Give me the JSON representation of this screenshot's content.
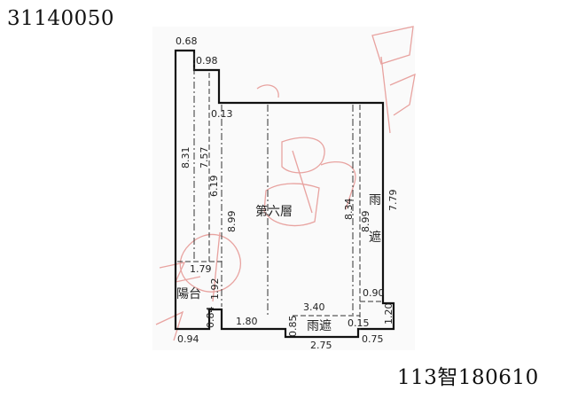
{
  "header": {
    "doc_id": "31140050"
  },
  "footer": {
    "ref_no": "113智180610"
  },
  "plan": {
    "floor_label": "第六層",
    "balcony_label": "陽台",
    "canopy_side": [
      "雨",
      "遮"
    ],
    "canopy_bottom": "雨遮",
    "dimensions": {
      "top_left_w": "0.68",
      "top_step_w": "0.98",
      "step_offset": "0.13",
      "left_h": "8.31",
      "left_inner_h": "7.57",
      "left_inner2_h": "6.19",
      "main_h": "8.99",
      "balcony_w": "1.79",
      "balcony_h": "1.92",
      "bottom_left_w": "0.94",
      "notch_h": "0.84",
      "bottom_mid_w": "1.80",
      "canopy_w": "3.40",
      "canopy_h": "0.85",
      "canopy_gap": "0.15",
      "canopy_bottom_w": "2.75",
      "bottom_right_w": "0.75",
      "right_total_h": "7.79",
      "right_inner_h": "8.34",
      "right_inner2_h": "8.99",
      "right_small_w": "0.90",
      "right_small_h": "1.20"
    }
  }
}
